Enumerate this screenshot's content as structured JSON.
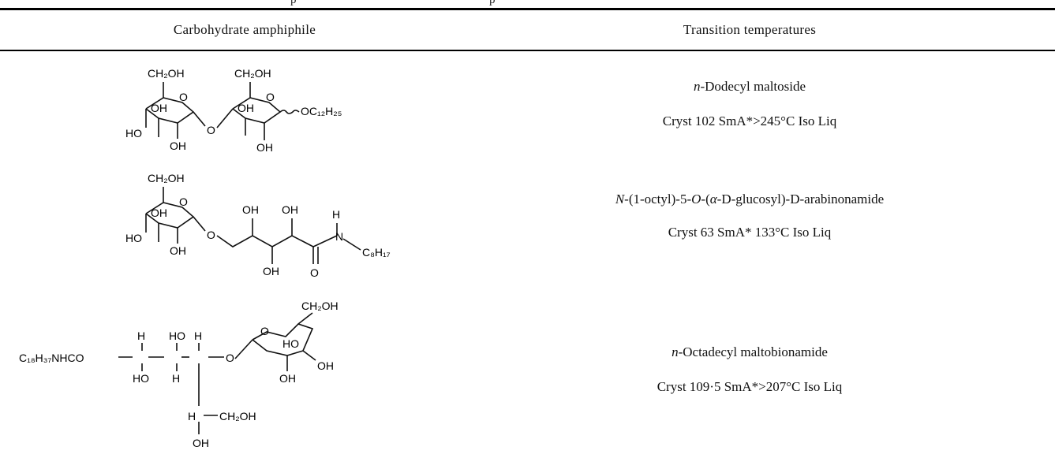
{
  "header": {
    "col1": "Carbohydrate amphiphile",
    "col2": "Transition temperatures"
  },
  "rows": [
    {
      "name_prefix": "n",
      "name_rest": "-Dodecyl maltoside",
      "transition": "Cryst 102 SmA*>245°C Iso Liq",
      "structure": {
        "labels": [
          "CH₂OH",
          "CH₂OH",
          "OH",
          "OH",
          "HO",
          "OH",
          "OH",
          "O",
          "O",
          "O",
          "OC₁₂H₂₅"
        ]
      }
    },
    {
      "name_parts": {
        "N": "N",
        "a": "-(1-octyl)-5-",
        "O": "O",
        "b": "-(",
        "alpha": "α",
        "c": "-",
        "D1": "D",
        "d": "-glucosyl)-",
        "D2": "D",
        "e": "-arabinonamide"
      },
      "transition": "Cryst 63 SmA* 133°C Iso Liq",
      "structure": {
        "labels": [
          "CH₂OH",
          "OH",
          "HO",
          "OH",
          "O",
          "O",
          "OH",
          "OH",
          "H",
          "N",
          "C₈H₁₇",
          "OH",
          "O"
        ]
      }
    },
    {
      "name_prefix": "n",
      "name_rest": "-Octadecyl maltobionamide",
      "transition": "Cryst 109·5 SmA*>207°C Iso Liq",
      "structure": {
        "labels": [
          "CH₂OH",
          "C₁₈H₃₇NHCO",
          "H",
          "HO",
          "H",
          "HO",
          "H",
          "O",
          "O",
          "HO",
          "OH",
          "OH",
          "H",
          "CH₂OH",
          "OH"
        ]
      }
    }
  ]
}
